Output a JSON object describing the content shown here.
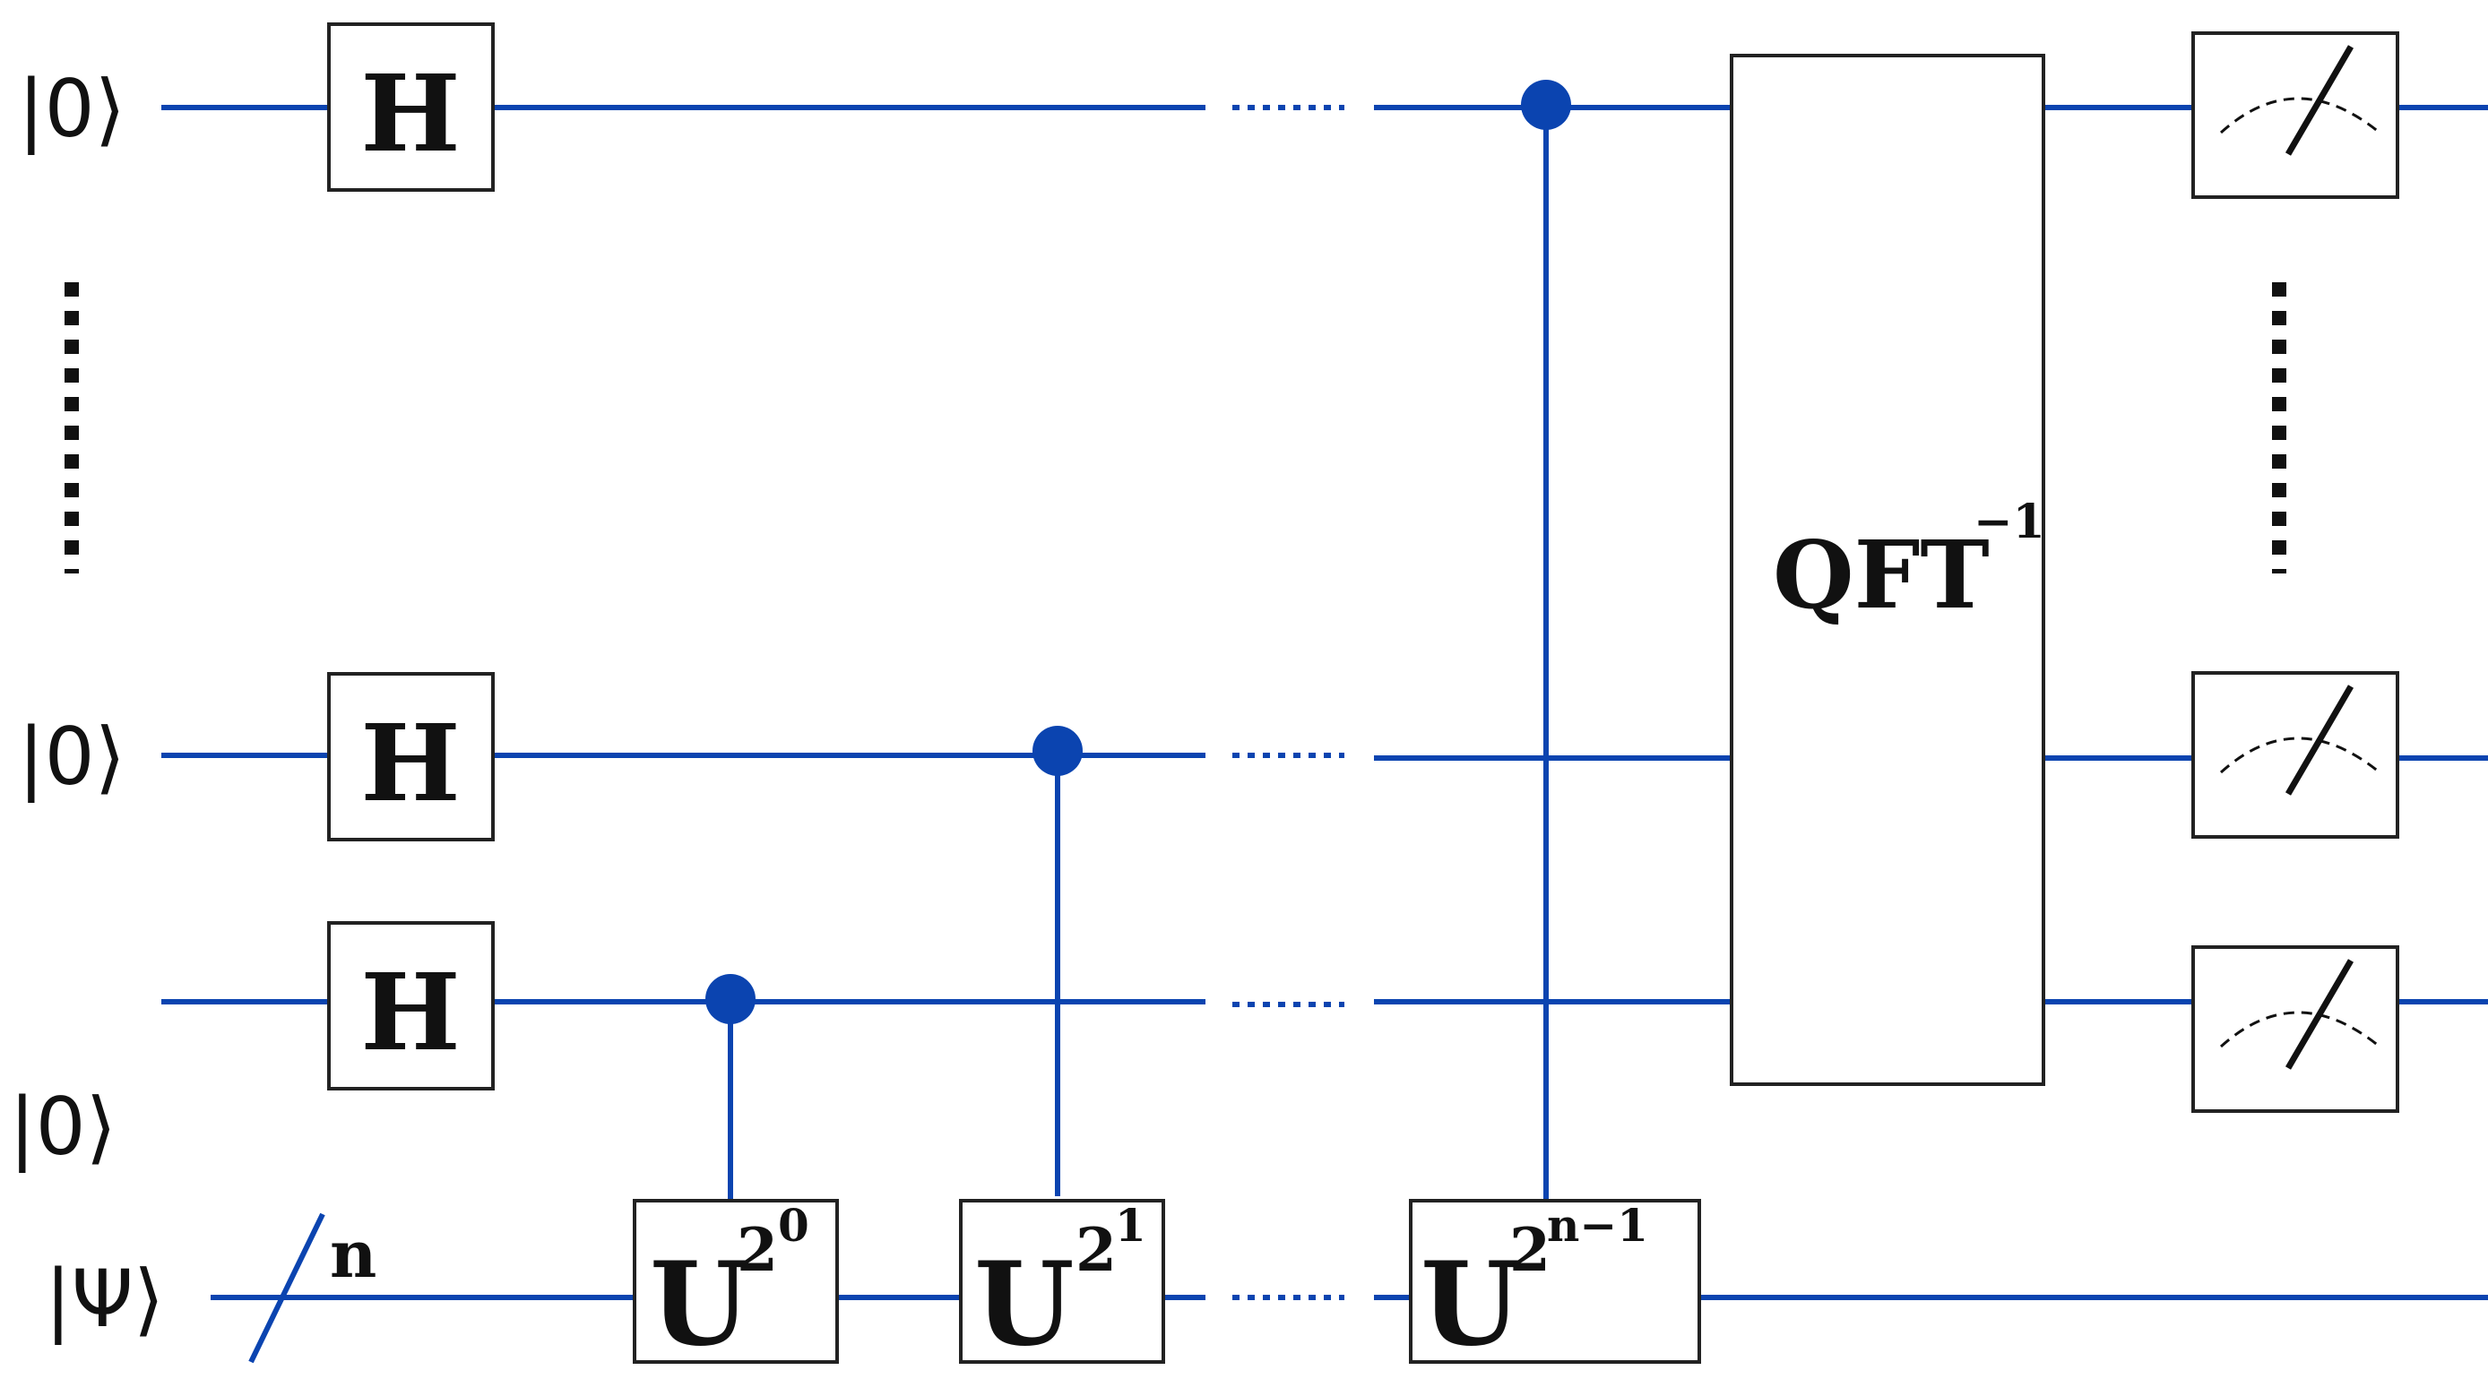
{
  "colors": {
    "wire": "#0b44b0",
    "box_stroke": "#222222",
    "text": "#111111"
  },
  "inputs": {
    "q_top": "|0⟩",
    "q_mid": "|0⟩",
    "q_low": "|0⟩",
    "psi": "|Ψ⟩"
  },
  "register": {
    "size_label": "n"
  },
  "gates": {
    "hadamard": "H",
    "u_base": "U",
    "u0_exp": "2",
    "u0_exp_sup": "0",
    "u1_exp": "2",
    "u1_exp_sup": "1",
    "un_exp": "2",
    "un_exp_sup": "n−1",
    "qft": "QFT",
    "qft_sup": "−1"
  },
  "icons": {
    "measure": "meter-icon",
    "control": "control-dot-icon"
  }
}
